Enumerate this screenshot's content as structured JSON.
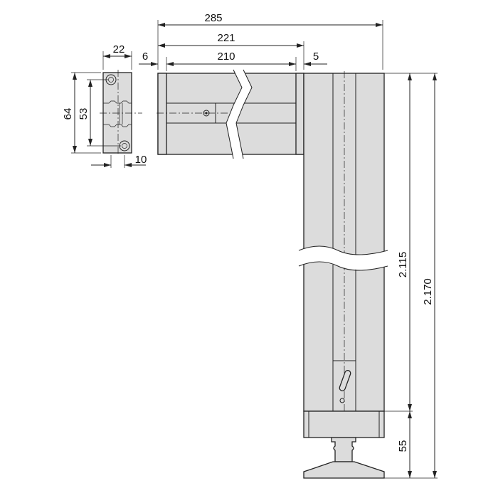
{
  "dimensions": {
    "overall_width": "285",
    "arm_length": "221",
    "arm_inner_length": "210",
    "arm_offset": "6",
    "gap": "5",
    "bracket_width": "22",
    "bracket_height": "64",
    "hole_spacing": "53",
    "hole_offset": "10",
    "column_height": "2.115",
    "total_height": "2.170",
    "foot_height": "55"
  },
  "colors": {
    "part_fill": "#dcdcdc",
    "line": "#222222"
  }
}
